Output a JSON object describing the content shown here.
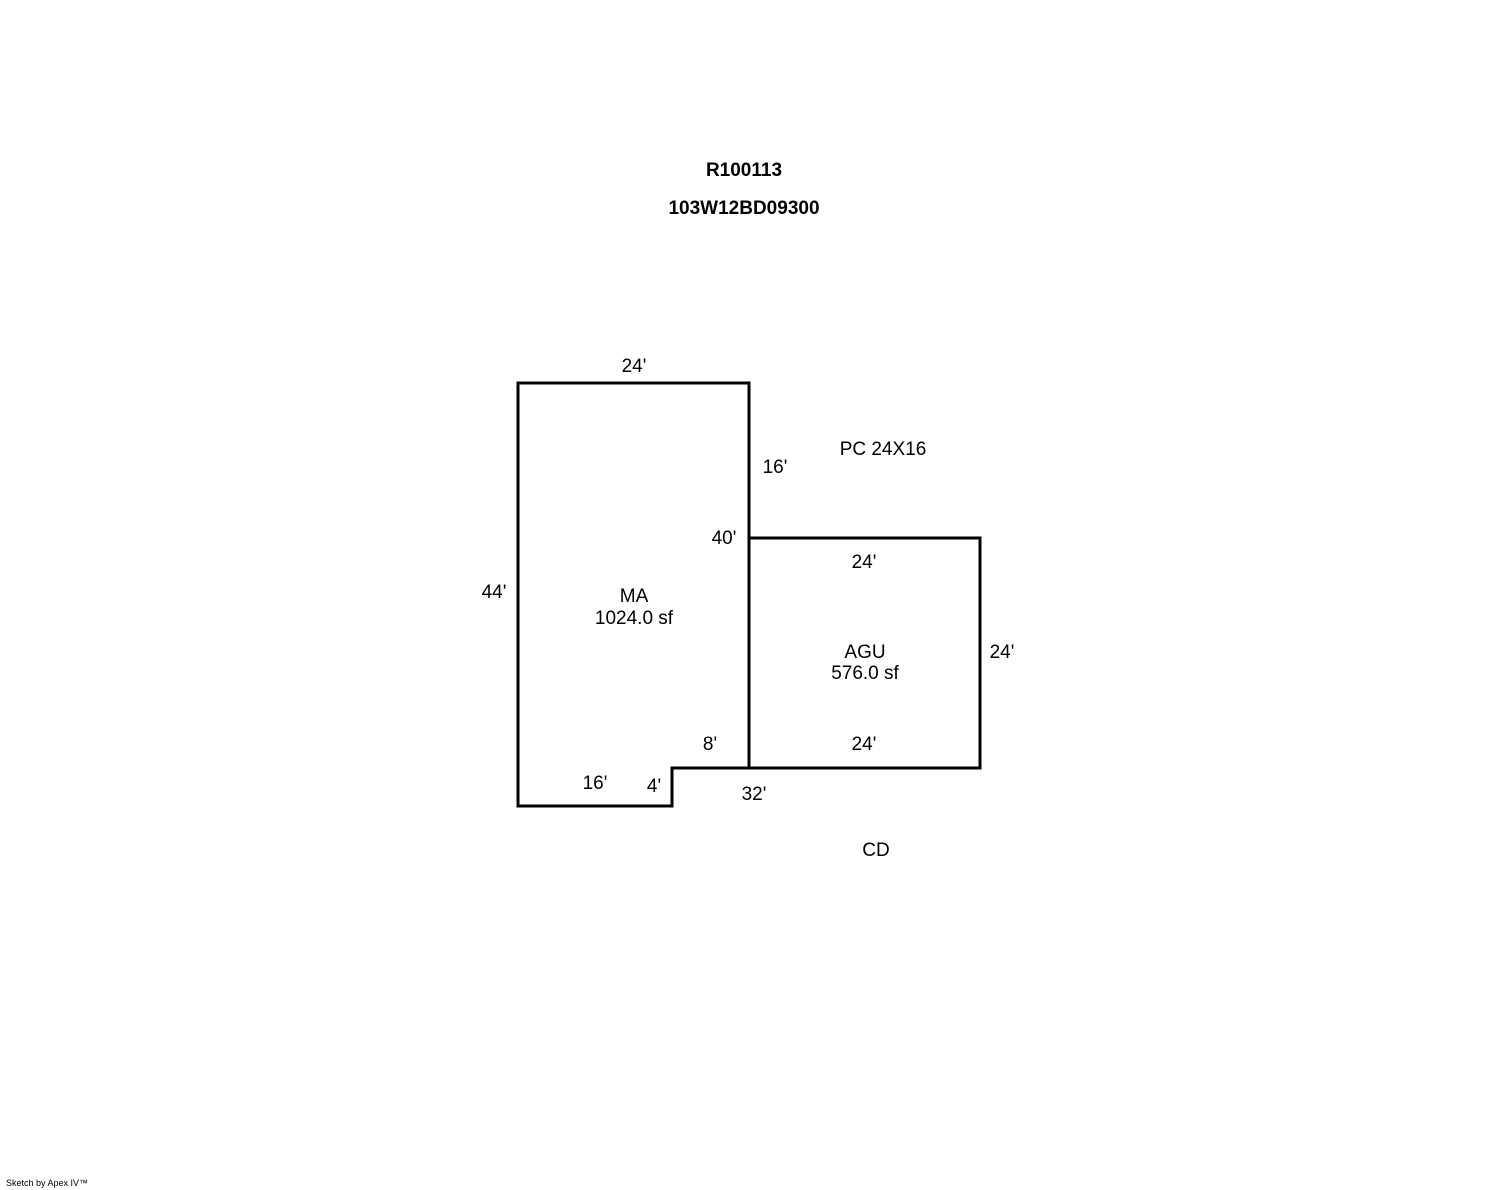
{
  "header": {
    "record_id": "R100113",
    "parcel_number": "103W12BD09300"
  },
  "sketch": {
    "line_color": "#000000",
    "areas": [
      {
        "code": "MA",
        "area": "1024.0 sf"
      },
      {
        "code": "AGU",
        "area": "576.0 sf"
      }
    ],
    "dimensions": {
      "ma_top": "24'",
      "ma_right_upper": "16'",
      "ma_right_total": "40'",
      "ma_left": "44'",
      "ma_bottom": "16'",
      "ma_notch_vertical": "4'",
      "ma_notch_horizontal": "8'",
      "ma_bottom_total": "32'",
      "agu_top": "24'",
      "agu_right": "24'",
      "agu_bottom": "24'"
    },
    "notes": {
      "porch": "PC 24X16",
      "deck": "CD"
    }
  },
  "footer": {
    "credit": "Sketch by Apex IV™"
  }
}
